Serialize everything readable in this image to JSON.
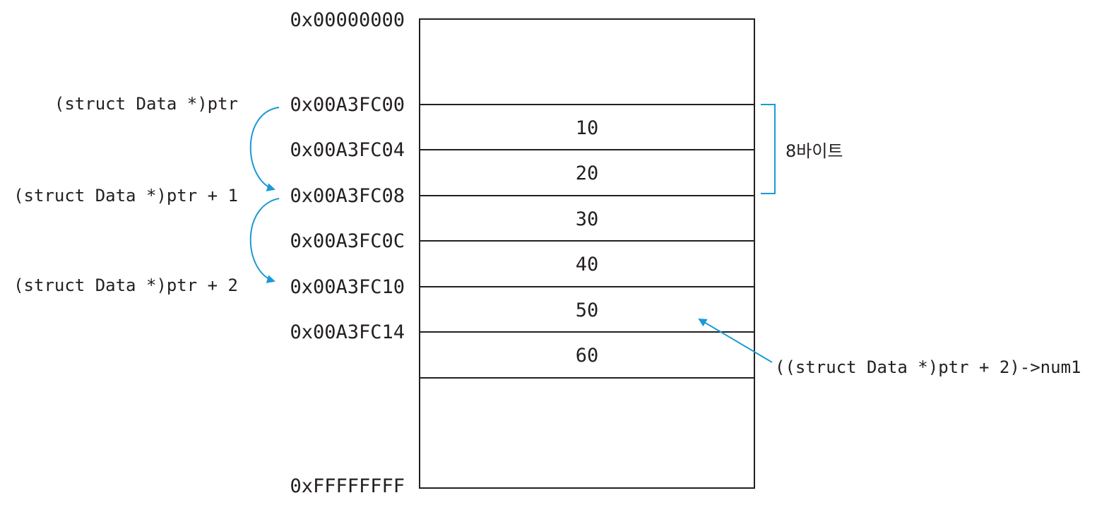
{
  "memory": {
    "addresses": {
      "top": "0x00000000",
      "a00": "0x00A3FC00",
      "a04": "0x00A3FC04",
      "a08": "0x00A3FC08",
      "a0c": "0x00A3FC0C",
      "a10": "0x00A3FC10",
      "a14": "0x00A3FC14",
      "bottom": "0xFFFFFFFF"
    },
    "cells": [
      "10",
      "20",
      "30",
      "40",
      "50",
      "60"
    ]
  },
  "pointers": {
    "p0": "(struct Data *)ptr",
    "p1": "(struct Data *)ptr + 1",
    "p2": "(struct Data *)ptr + 2"
  },
  "annotations": {
    "size_label": "8바이트",
    "member_access": "((struct Data *)ptr + 2)->num1"
  },
  "colors": {
    "accent": "#1a9ad6",
    "ink": "#231f20"
  }
}
